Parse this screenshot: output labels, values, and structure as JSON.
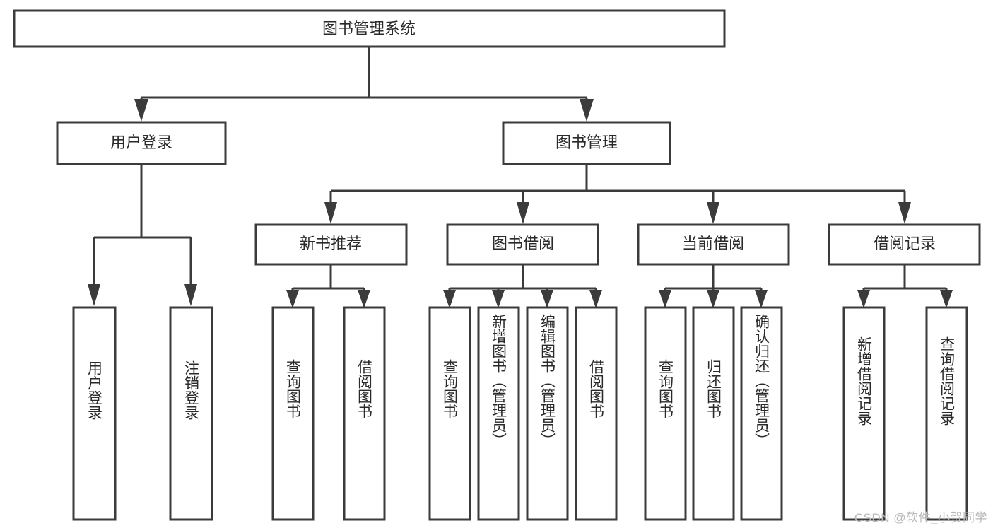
{
  "diagram": {
    "type": "tree",
    "title": "图书管理系统",
    "orientation": "top-down",
    "colors": {
      "box_stroke": "#3b3b3b",
      "box_fill": "#ffffff",
      "connector": "#3b3b3b",
      "text": "#2a2a2a",
      "watermark": "#b9b9b9",
      "background": "#ffffff"
    },
    "levels": [
      {
        "level": 1,
        "nodes": [
          {
            "id": "root",
            "label": "图书管理系统",
            "orientation": "horizontal"
          }
        ]
      },
      {
        "level": 2,
        "nodes": [
          {
            "id": "user-login",
            "label": "用户登录",
            "orientation": "horizontal",
            "parent": "root"
          },
          {
            "id": "book-manage",
            "label": "图书管理",
            "orientation": "horizontal",
            "parent": "root"
          }
        ]
      },
      {
        "level": 3,
        "nodes": [
          {
            "id": "new-book-rec",
            "label": "新书推荐",
            "orientation": "horizontal",
            "parent": "book-manage"
          },
          {
            "id": "book-borrow",
            "label": "图书借阅",
            "orientation": "horizontal",
            "parent": "book-manage"
          },
          {
            "id": "current-borrow",
            "label": "当前借阅",
            "orientation": "horizontal",
            "parent": "book-manage"
          },
          {
            "id": "borrow-record",
            "label": "借阅记录",
            "orientation": "horizontal",
            "parent": "book-manage"
          }
        ]
      },
      {
        "level": 4,
        "nodes": [
          {
            "id": "leaf-user-login",
            "label": "用户登录",
            "orientation": "vertical",
            "parent": "user-login"
          },
          {
            "id": "leaf-logout",
            "label": "注销登录",
            "orientation": "vertical",
            "parent": "user-login"
          },
          {
            "id": "leaf-query-book-1",
            "label": "查询图书",
            "orientation": "vertical",
            "parent": "new-book-rec"
          },
          {
            "id": "leaf-borrow-book-1",
            "label": "借阅图书",
            "orientation": "vertical",
            "parent": "new-book-rec"
          },
          {
            "id": "leaf-query-book-2",
            "label": "查询图书",
            "orientation": "vertical",
            "parent": "book-borrow"
          },
          {
            "id": "leaf-add-book",
            "label": "新增图书（管理员）",
            "orientation": "vertical",
            "parent": "book-borrow"
          },
          {
            "id": "leaf-edit-book",
            "label": "编辑图书（管理员）",
            "orientation": "vertical",
            "parent": "book-borrow"
          },
          {
            "id": "leaf-borrow-book-2",
            "label": "借阅图书",
            "orientation": "vertical",
            "parent": "book-borrow"
          },
          {
            "id": "leaf-query-book-3",
            "label": "查询图书",
            "orientation": "vertical",
            "parent": "current-borrow"
          },
          {
            "id": "leaf-return-book",
            "label": "归还图书",
            "orientation": "vertical",
            "parent": "current-borrow"
          },
          {
            "id": "leaf-confirm-return",
            "label": "确认归还（管理员）",
            "orientation": "vertical",
            "parent": "current-borrow"
          },
          {
            "id": "leaf-add-record",
            "label": "新增借阅记录",
            "orientation": "vertical",
            "parent": "borrow-record"
          },
          {
            "id": "leaf-query-record",
            "label": "查询借阅记录",
            "orientation": "vertical",
            "parent": "borrow-record"
          }
        ]
      }
    ]
  },
  "watermark": {
    "text": "CSDN @软件_小贺同学"
  }
}
